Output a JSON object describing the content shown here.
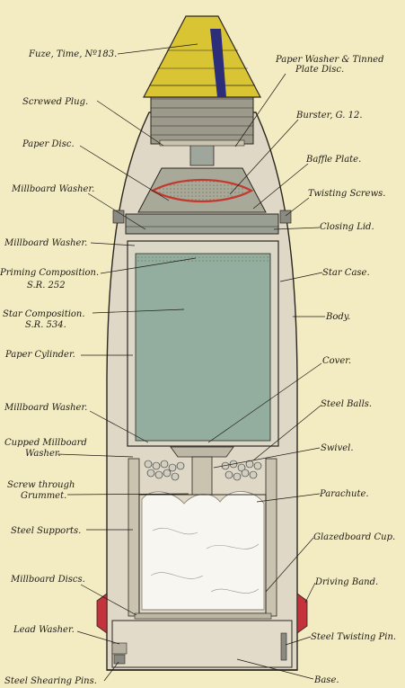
{
  "labels": {
    "fuze": "Fuze, Time, Nº183.",
    "paper_washer_tinned_1": "Paper Washer & Tinned",
    "paper_washer_tinned_2": "Plate Disc.",
    "screwed_plug": "Screwed Plug.",
    "burster": "Burster, G. 12.",
    "paper_disc": "Paper Disc.",
    "baffle_plate": "Baffle Plate.",
    "millboard_washer_1": "Millboard Washer.",
    "twisting_screws": "Twisting Screws.",
    "closing_lid": "Closing Lid.",
    "millboard_washer_2": "Millboard Washer.",
    "priming_1": "Priming Composition.",
    "priming_2": "S.R. 252",
    "star_case": "Star Case.",
    "star_comp_1": "Star Composition.",
    "star_comp_2": "S.R. 534.",
    "body": "Body.",
    "paper_cylinder": "Paper Cylinder.",
    "cover": "Cover.",
    "millboard_washer_3": "Millboard Washer.",
    "steel_balls": "Steel Balls.",
    "cupped_1": "Cupped Millboard",
    "cupped_2": "Washer.",
    "swivel": "Swivel.",
    "screw_grummet_1": "Screw through",
    "screw_grummet_2": "Grummet.",
    "parachute": "Parachute.",
    "steel_supports": "Steel Supports.",
    "glazedboard_cup": "Glazedboard Cup.",
    "millboard_discs": "Millboard Discs.",
    "driving_band": "Driving Band.",
    "lead_washer": "Lead Washer.",
    "steel_twisting_pin": "Steel Twisting Pin.",
    "steel_shearing_pins": "Steel Shearing Pins.",
    "base": "Base."
  },
  "colors": {
    "background": "#f3ecc3",
    "body": "#e0d8c6",
    "fuze": "#d9c433",
    "star_composition": "#93ae9e",
    "driving_band": "#c4323c",
    "burster": "#c23a2f",
    "outline": "#2b2620"
  }
}
